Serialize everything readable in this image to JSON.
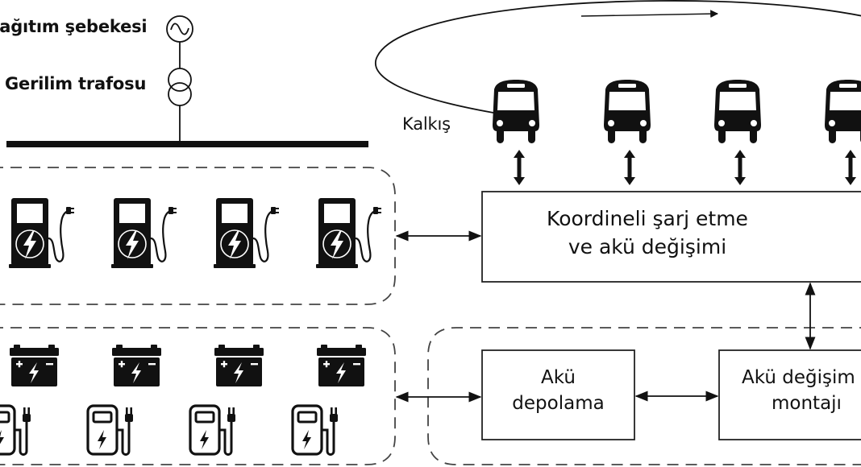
{
  "grid": {
    "network_label": "Dağıtım şebekesi",
    "transformer_label": "Gerilim trafosu"
  },
  "route": {
    "departure_label": "Kalkış",
    "bus_count": 4,
    "direction": "clockwise"
  },
  "coordination_box": {
    "line1": "Koordineli şarj etme",
    "line2": "ve akü değişimi"
  },
  "battery_storage_box": {
    "line1": "Akü",
    "line2": "depolama"
  },
  "battery_swap_box": {
    "line1": "Akü değişim",
    "line2": "montajı"
  },
  "fast_charger_group": {
    "count": 4
  },
  "battery_charger_group": {
    "battery_count": 4,
    "charger_count": 4
  },
  "colors": {
    "ink": "#111111",
    "background": "#ffffff",
    "dash": "#444444"
  }
}
